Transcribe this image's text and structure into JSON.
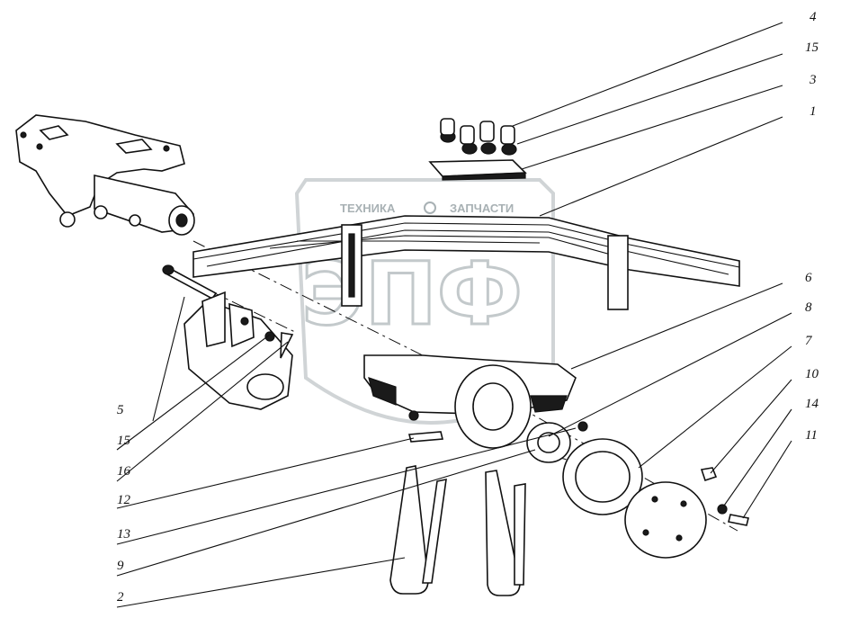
{
  "watermark": {
    "top_text": "ТЕХНИКА",
    "top_text_2": "ЗАПЧАСТИ",
    "big_letters": "ЭПФ",
    "color": "#b9c0c3"
  },
  "callouts": {
    "c4": "4",
    "c15a": "15",
    "c3": "3",
    "c1": "1",
    "c6": "6",
    "c8": "8",
    "c7": "7",
    "c10": "10",
    "c14": "14",
    "c11": "11",
    "c5": "5",
    "c15b": "15",
    "c16": "16",
    "c12": "12",
    "c13": "13",
    "c9": "9",
    "c2": "2"
  },
  "colors": {
    "ink": "#111111",
    "background": "#ffffff"
  }
}
